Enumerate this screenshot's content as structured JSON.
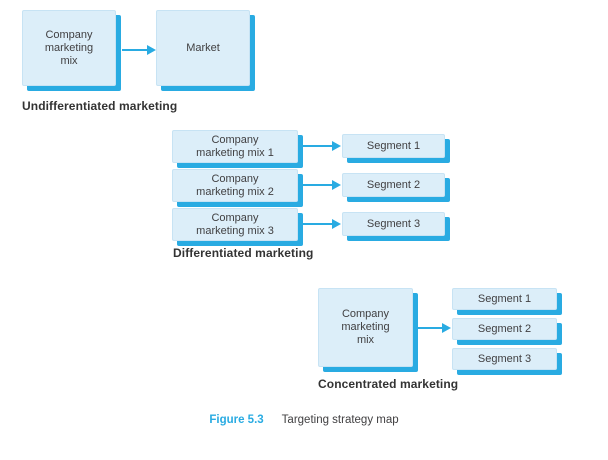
{
  "palette": {
    "cyan": "#29abe2",
    "box_fill": "#dceef9",
    "text_gray": "#414042"
  },
  "sections": {
    "undifferentiated": {
      "label": "Undifferentiated marketing",
      "company_box": "Company\nmarketing\nmix",
      "target_box": "Market"
    },
    "differentiated": {
      "label": "Differentiated marketing",
      "rows": [
        {
          "company": "Company\nmarketing mix 1",
          "segment": "Segment 1"
        },
        {
          "company": "Company\nmarketing mix 2",
          "segment": "Segment 2"
        },
        {
          "company": "Company\nmarketing mix 3",
          "segment": "Segment 3"
        }
      ]
    },
    "concentrated": {
      "label": "Concentrated marketing",
      "company_box": "Company\nmarketing\nmix",
      "segments": [
        "Segment 1",
        "Segment 2",
        "Segment 3"
      ]
    }
  },
  "caption": {
    "figure_label": "Figure 5.3",
    "title": "Targeting strategy map"
  }
}
